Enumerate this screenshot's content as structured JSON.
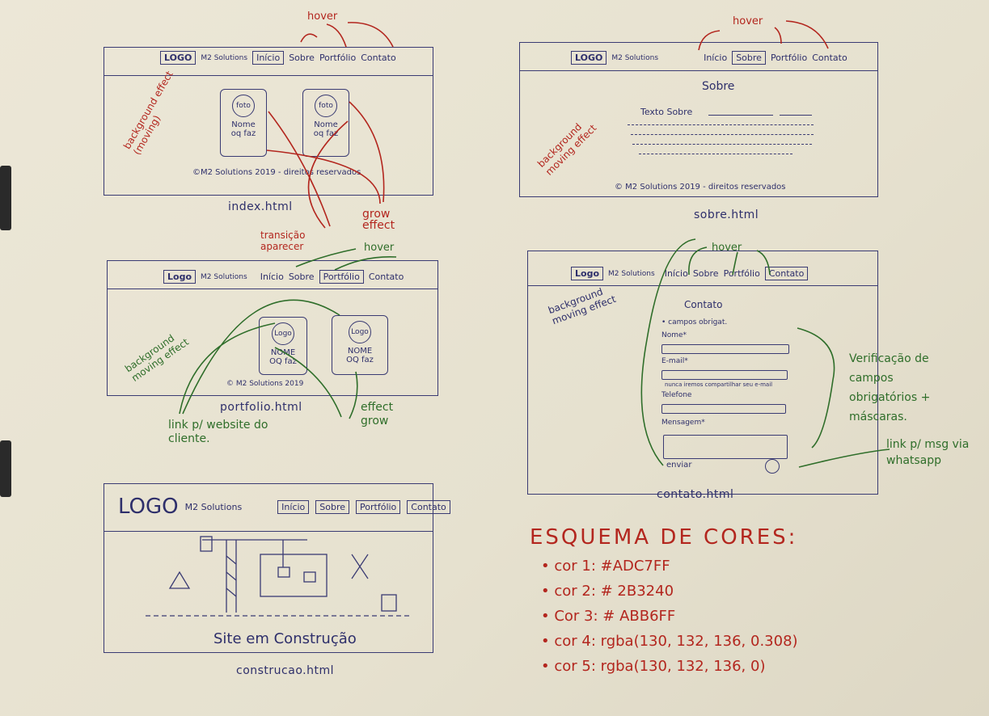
{
  "sketch1": {
    "nav": {
      "logo": "LOGO",
      "brand": "M2 Solutions",
      "items": [
        "Início",
        "Sobre",
        "Portfólio",
        "Contato"
      ]
    },
    "hover": "hover",
    "bg_note": "background effect (moving)",
    "cards": [
      {
        "photo": "foto",
        "name": "Nome",
        "role": "oq faz"
      },
      {
        "photo": "foto",
        "name": "Nome",
        "role": "oq faz"
      }
    ],
    "footer": "©M2 Solutions 2019 - direitos reservados",
    "caption": "index.html",
    "grow_note": "grow effect",
    "transition_note": "transição aparecer"
  },
  "sketch2": {
    "nav": {
      "logo": "LOGO",
      "brand": "M2 Solutions",
      "items": [
        "Início",
        "Sobre",
        "Portfólio",
        "Contato"
      ]
    },
    "hover": "hover",
    "heading": "Sobre",
    "text": "Texto Sobre",
    "bg_note": "background moving effect",
    "footer": "© M2 Solutions 2019 - direitos reservados",
    "caption": "sobre.html"
  },
  "sketch3": {
    "nav": {
      "logo": "Logo",
      "brand": "M2 Solutions",
      "items": [
        "Início",
        "Sobre",
        "Portfólio",
        "Contato"
      ]
    },
    "hover": "hover",
    "bg_note": "background moving effect",
    "cards": [
      {
        "photo": "Logo",
        "name": "NOME",
        "role": "OQ faz"
      },
      {
        "photo": "Logo",
        "name": "NOME",
        "role": "OQ faz"
      }
    ],
    "footer": "© M2 Solutions 2019",
    "caption": "portfolio.html",
    "link_note": "link p/ website do cliente.",
    "effect_note": "effect grow"
  },
  "sketch4": {
    "nav": {
      "logo": "Logo",
      "brand": "M2 Solutions",
      "items": [
        "Início",
        "Sobre",
        "Portfólio",
        "Contato"
      ]
    },
    "hover": "hover",
    "heading": "Contato",
    "bg_note": "background moving effect",
    "required": "• campos obrigat.",
    "fields": [
      "Nome*",
      "E-mail*",
      "Telefone",
      "Mensagem*"
    ],
    "email_hint": "nunca iremos compartilhar seu e-mail",
    "submit": "enviar",
    "caption": "contato.html",
    "verify_note": "Verificação de campos obrigatórios + máscaras.",
    "whatsapp_note": "link p/ msg via whatsapp"
  },
  "sketch5": {
    "nav": {
      "logo": "LOGO",
      "brand": "M2 Solutions",
      "items": [
        "Início",
        "Sobre",
        "Portfólio",
        "Contato"
      ]
    },
    "message": "Site em Construção",
    "caption": "construcao.html"
  },
  "colors": {
    "title": "ESQUEMA DE CORES:",
    "rows": [
      "• cor 1: #ADC7FF",
      "• cor 2: # 2B3240",
      "• Cor 3: # ABB6FF",
      "• cor 4: rgba(130, 132, 136, 0.308)",
      "• cor 5: rgba(130, 132, 136, 0)"
    ],
    "swatches": [
      "#ADC7FF",
      "#2B3240",
      "#ABB6FF"
    ]
  }
}
